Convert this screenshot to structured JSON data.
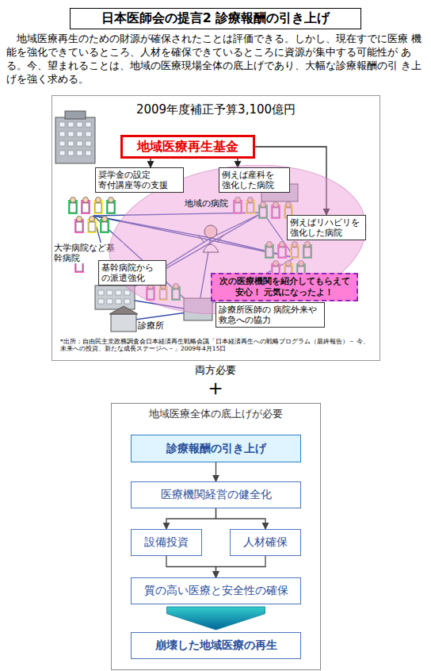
{
  "diagram": {
    "title": "日本医師会の提言2 診療報酬の引き上げ",
    "nodes": [
      {
        "text": [
          "2009年度補正予算3,100億円"
        ]
      },
      {
        "text": [
          "地域医療再生基金"
        ],
        "in": 0
      },
      {
        "text": [
          "地域の病院"
        ],
        "in": 0
      },
      {
        "text": [
          "奨学金の設定 寄付講座等の支援"
        ],
        "in": 0
      },
      {
        "text": [
          "例えば産科を 強化した病院"
        ],
        "in": 0
      },
      {
        "text": [
          "例えばリハビリを 強化した病院"
        ],
        "in": 0
      },
      {
        "text": [
          "基幹病院から の派遣強化"
        ],
        "in": 0
      },
      {
        "text": [
          "次の医療機関を紹介してもらえて 安心！ 元気になったよ！"
        ],
        "in": 0
      },
      {
        "text": [
          "診療所医師の 病院外来や 救急への協力"
        ],
        "in": 0
      },
      {
        "text": [
          "地域医療全体の底上げが必要"
        ]
      },
      {
        "text": [
          "診療報酬の引き上げ"
        ],
        "in": 9
      },
      {
        "text": [
          "医療機関経営の健全化"
        ],
        "in": 9
      },
      {
        "text": [
          "設備投資"
        ],
        "in": 9
      },
      {
        "text": [
          "人材確保"
        ],
        "in": 9
      },
      {
        "text": [
          "質の高い医療と安全性の確保"
        ],
        "in": 9
      },
      {
        "text": [
          "崩壊した地域医療の再生"
        ],
        "in": 9
      }
    ],
    "edges": [
      {
        "from": 1,
        "to": 3,
        "arrow": "to"
      },
      {
        "from": 1,
        "to": 4,
        "arrow": "to"
      },
      {
        "from": 1,
        "to": 5,
        "arrow": "to"
      },
      {
        "from": 10,
        "to": 11,
        "arrow": "to"
      },
      {
        "from": 11,
        "to": 12,
        "arrow": "to"
      },
      {
        "from": 11,
        "to": 13,
        "arrow": "to"
      },
      {
        "from": 12,
        "to": 14,
        "arrow": "to"
      },
      {
        "from": 13,
        "to": 14,
        "arrow": "to"
      },
      {
        "from": 14,
        "to": 15,
        "arrow": "to"
      }
    ],
    "labels": [
      "地域医療再生のための財源が確保されたことは評価できる。しかし、現在すでに医療 機能を強化できているところ、人材を確保できているところに資源が集中する可能性が ある。今、望まれることは、地域の医療現場全体の底上げであり、大幅な診療報酬の引 き上げを強く求める。",
      "大学病院など基 幹病院",
      "診療所",
      "*出所：自由民主党政務調査会日本経済再生戦略会議「日本経済再生への戦略プログラム（最終報告）－ 今、未来への投資、新たな成長ステージへ－」2009年4月15日",
      "両方必要",
      "＋"
    ]
  }
}
